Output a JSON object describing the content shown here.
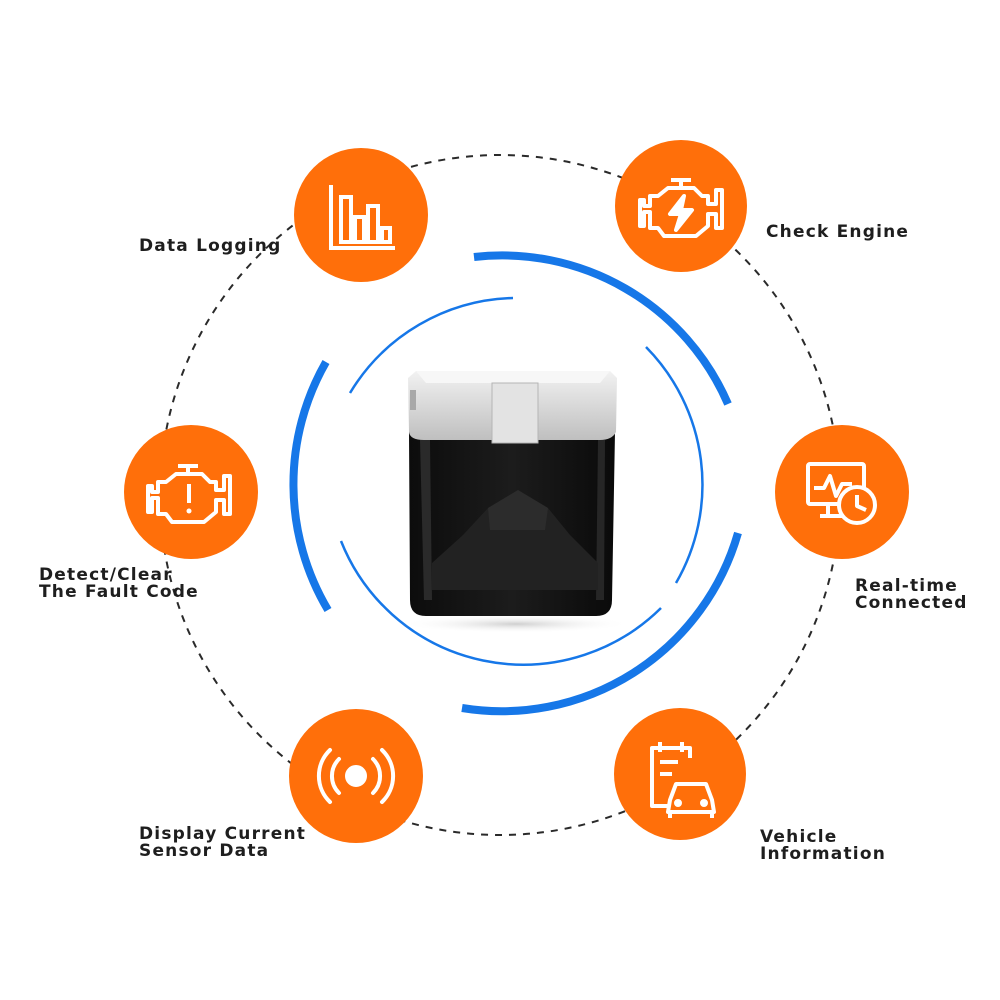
{
  "colors": {
    "accent_orange": "#FF6F0A",
    "ring_blue": "#1677E8",
    "label_text": "#1E1E1E",
    "dashed_ring": "#2A2A2A",
    "device_body": "#141414",
    "device_cap": "#D9D9D9"
  },
  "features": [
    {
      "key": "data_logging",
      "icon": "bar-chart-icon",
      "lines": [
        "Data Logging"
      ]
    },
    {
      "key": "check_engine",
      "icon": "engine-lightning-icon",
      "lines": [
        "Check Engine"
      ]
    },
    {
      "key": "fault_code",
      "icon": "engine-warning-icon",
      "lines": [
        "Detect/Clear",
        "The Fault Code"
      ]
    },
    {
      "key": "realtime",
      "icon": "monitor-clock-icon",
      "lines": [
        "Real-time",
        "Connected"
      ]
    },
    {
      "key": "sensor",
      "icon": "signal-waves-icon",
      "lines": [
        "Display Current",
        "Sensor Data"
      ]
    },
    {
      "key": "vehicle",
      "icon": "clipboard-car-icon",
      "lines": [
        "Vehicle",
        "Information"
      ]
    }
  ]
}
